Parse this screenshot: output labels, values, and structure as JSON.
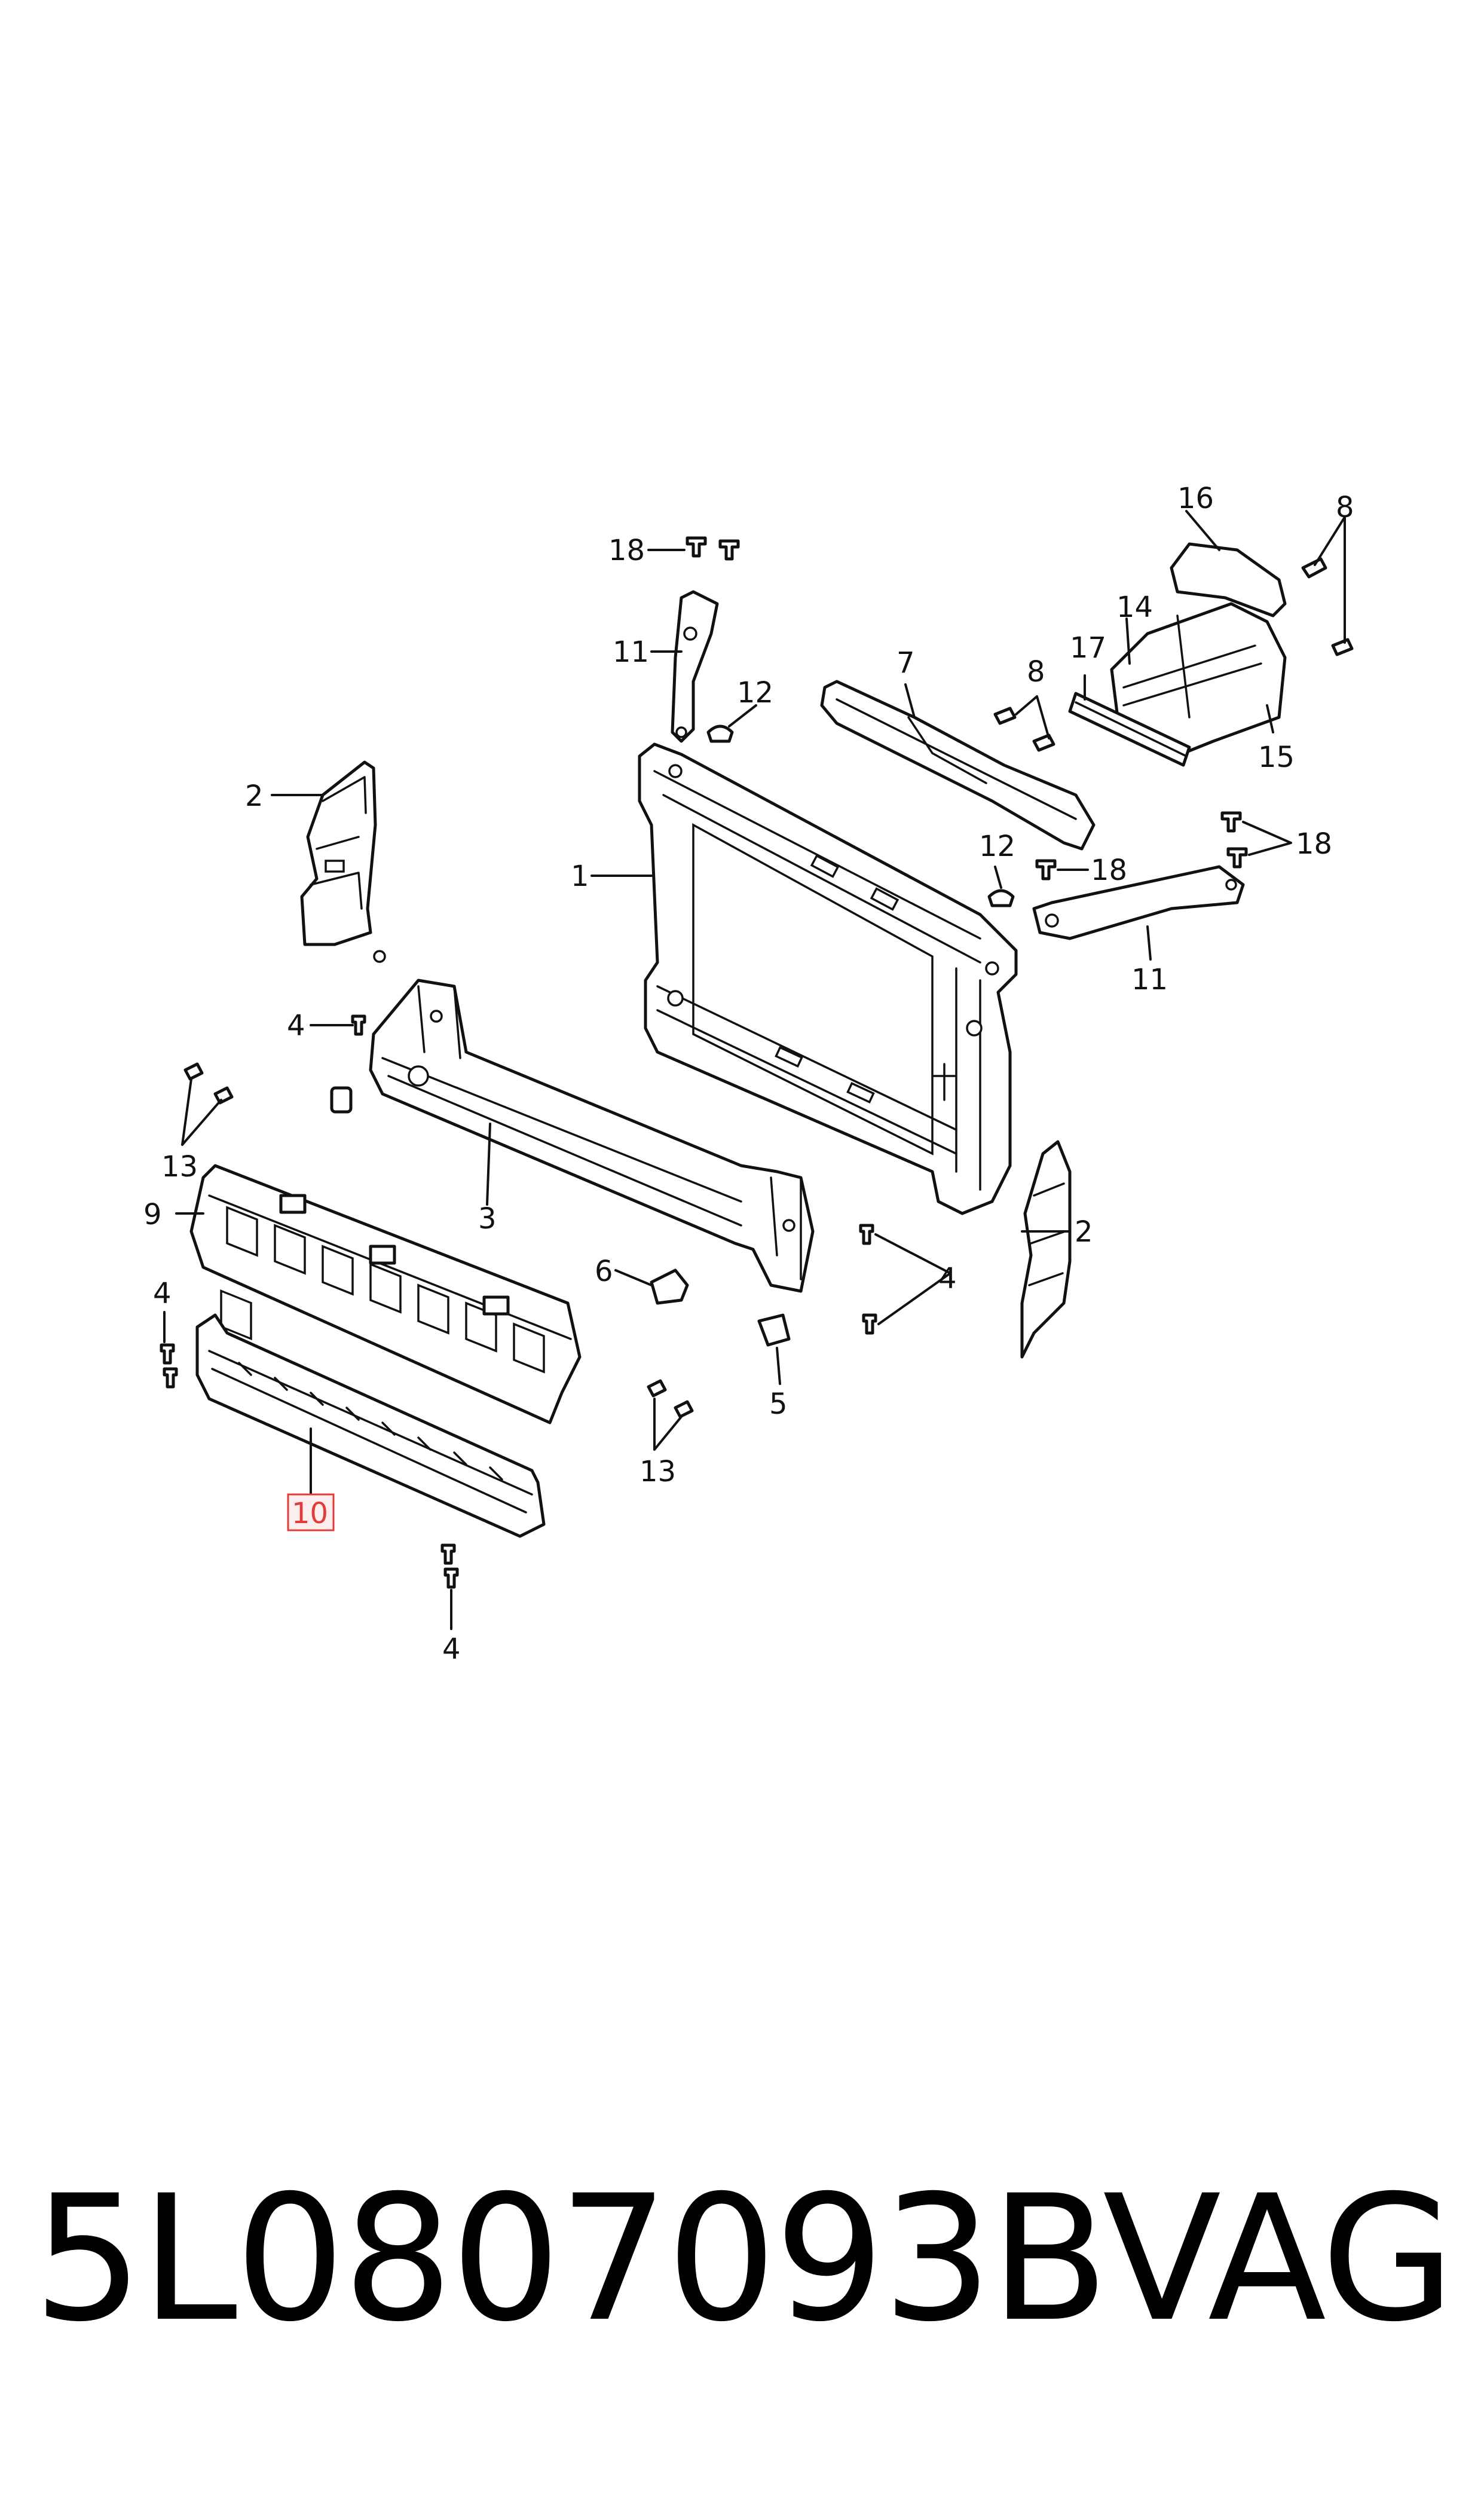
{
  "callouts": {
    "c1": "1",
    "c2_left": "2",
    "c2_right": "2",
    "c3": "3",
    "c4_a": "4",
    "c4_b": "4",
    "c4_c": "4",
    "c4_d": "4",
    "c5": "5",
    "c6": "6",
    "c7": "7",
    "c8_a": "8",
    "c8_b": "8",
    "c9": "9",
    "c10": "10",
    "c11_left": "11",
    "c11_right": "11",
    "c12_left": "12",
    "c12_right": "12",
    "c13_left": "13",
    "c13_right": "13",
    "c14": "14",
    "c15": "15",
    "c16": "16",
    "c17": "17",
    "c18_top": "18",
    "c18_mid": "18",
    "c18_right": "18"
  },
  "highlighted_callout": "10",
  "colors": {
    "line": "#111111",
    "highlight": "#e23b3b",
    "highlight_fill": "#fdeeee"
  },
  "footer": {
    "part_number": "5L0807093B",
    "brand": "VAG"
  }
}
